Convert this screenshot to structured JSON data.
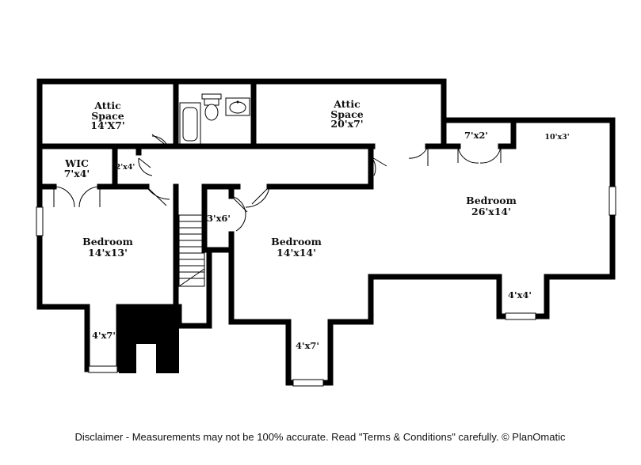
{
  "rooms": {
    "attic_left": {
      "line1": "Attic",
      "line2": "Space",
      "dim": "14'X7'"
    },
    "attic_right": {
      "line1": "Attic",
      "line2": "Space",
      "dim": "20'x7'"
    },
    "wic": {
      "name": "WIC",
      "dim": "7'x4'"
    },
    "linen": {
      "dim": "2'x4'"
    },
    "closet_a": {
      "dim": "7'x2'"
    },
    "closet_b": {
      "dim": "10'x3'"
    },
    "closet_c": {
      "dim": "3'x6'"
    },
    "bedroom_left": {
      "name": "Bedroom",
      "dim": "14'x13'"
    },
    "bedroom_mid": {
      "name": "Bedroom",
      "dim": "14'x14'"
    },
    "bedroom_right": {
      "name": "Bedroom",
      "dim": "26'x14'"
    },
    "nook_left": {
      "dim": "4'x7'"
    },
    "nook_mid": {
      "dim": "4'x7'"
    },
    "nook_right": {
      "dim": "4'x4'"
    }
  },
  "footer": {
    "disclaimer": "Disclaimer - Measurements may not be 100% accurate. Read \"Terms & Conditions\" carefully. © PlanOmatic"
  }
}
